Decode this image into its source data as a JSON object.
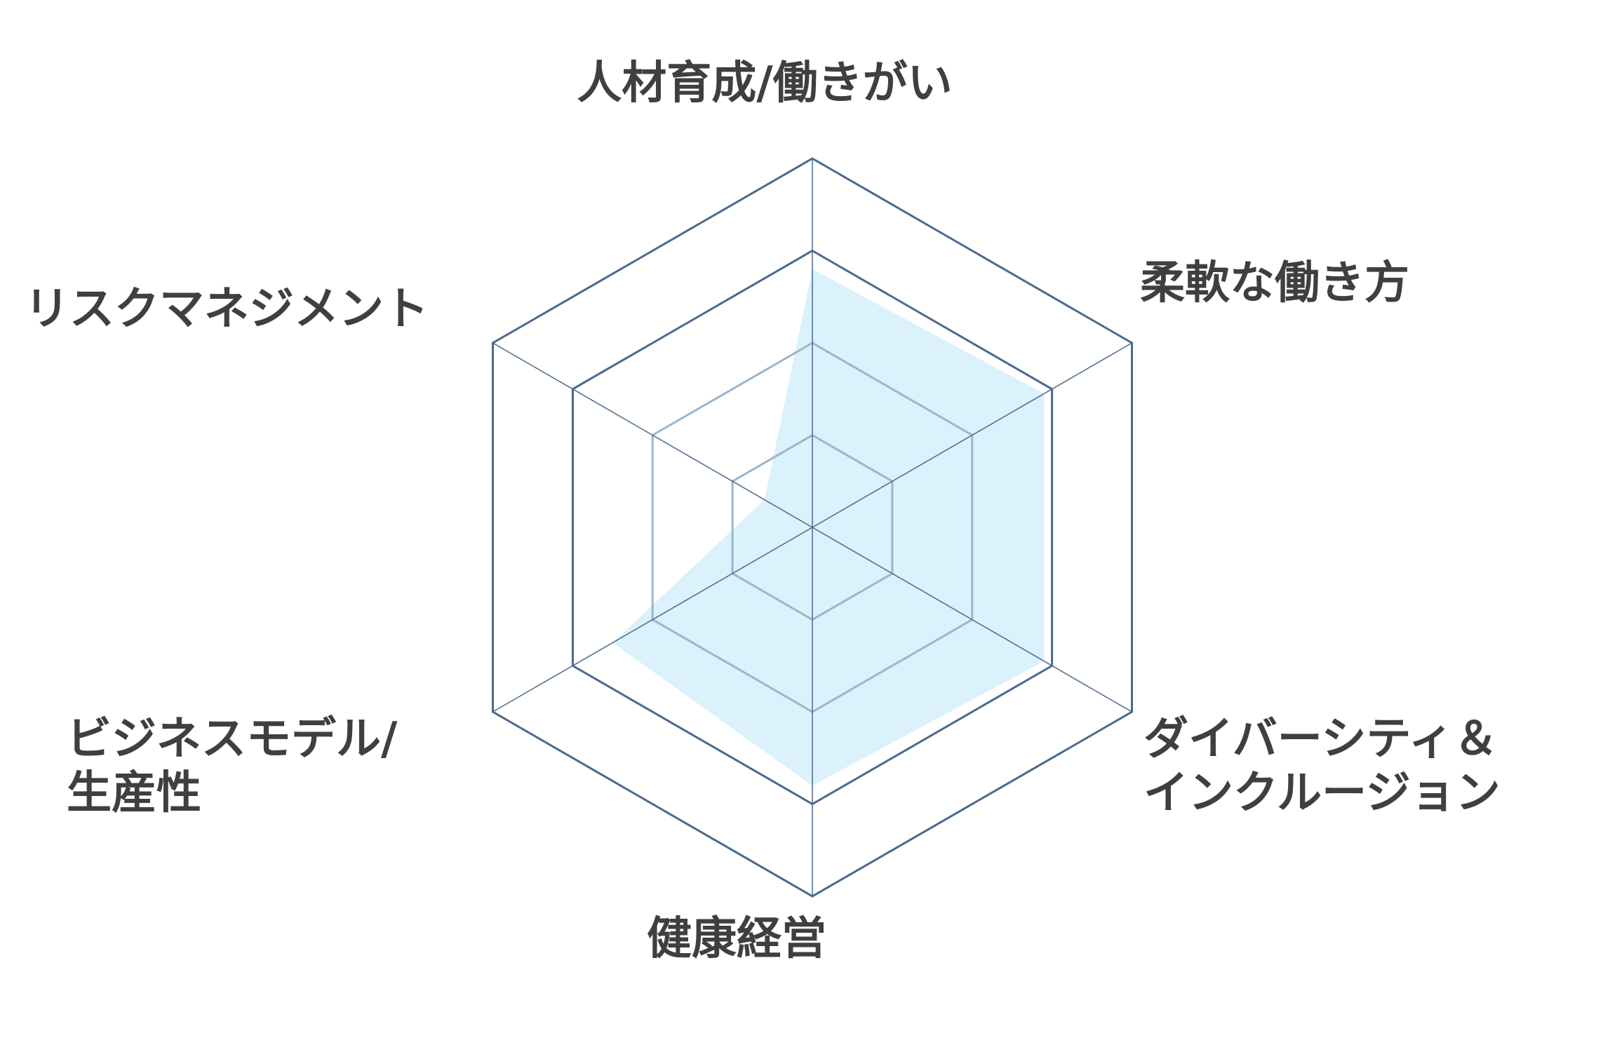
{
  "chart_data": {
    "type": "radar",
    "title": "",
    "categories": [
      "人材育成/働きがい",
      "柔軟な働き方",
      "ダイバーシティ＆インクルージョン",
      "健康経営",
      "ビジネスモデル/生産性",
      "リスクマネジメント"
    ],
    "axis_labels": [
      {
        "lines": [
          "人材育成/働きがい"
        ]
      },
      {
        "lines": [
          "柔軟な働き方"
        ]
      },
      {
        "lines": [
          "ダイバーシティ＆",
          "インクルージョン"
        ]
      },
      {
        "lines": [
          "健康経営"
        ]
      },
      {
        "lines": [
          "ビジネスモデル/",
          "生産性"
        ]
      },
      {
        "lines": [
          "リスクマネジメント"
        ]
      }
    ],
    "series": [
      {
        "values": [
          2.8,
          2.9,
          2.9,
          2.8,
          2.5,
          0.6
        ]
      }
    ],
    "rlim": [
      0,
      4
    ],
    "levels": 4,
    "grid": true,
    "legend": false,
    "colors": {
      "fill": "#dbf1fb",
      "grid_outer": "#4a6a8e",
      "grid_inner": "#9ab6cc",
      "spoke": "#4a6a8e",
      "label": "#3f3f3f"
    }
  }
}
